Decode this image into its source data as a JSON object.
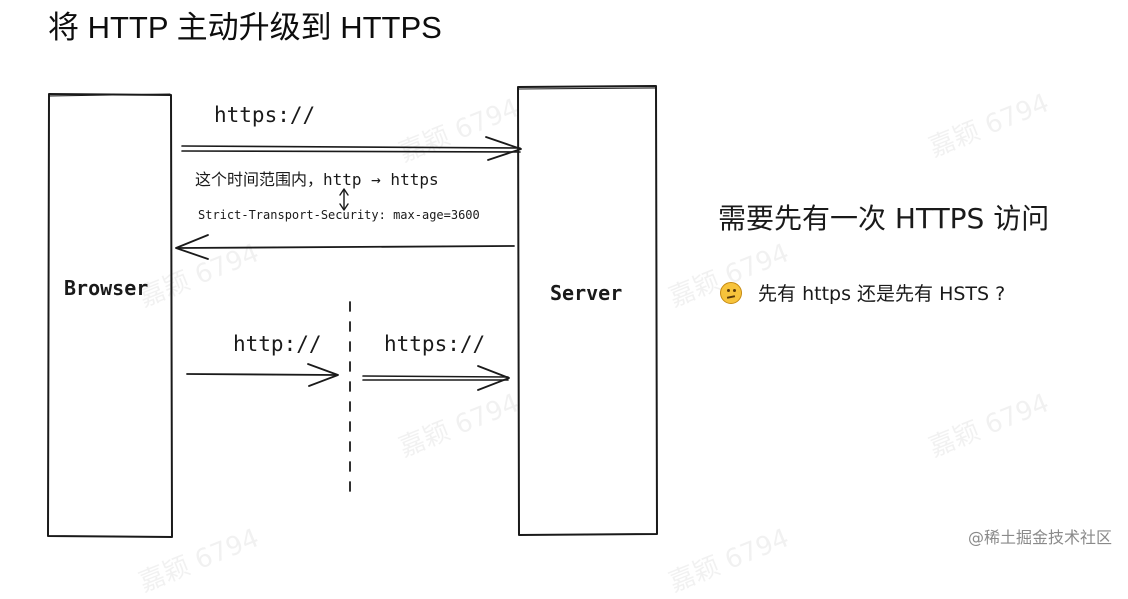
{
  "title": "将 HTTP 主动升级到 HTTPS",
  "diagram": {
    "browser_label": "Browser",
    "server_label": "Server",
    "arrow_request_label": "https://",
    "response_note": "这个时间范围内，http → https",
    "response_header": "Strict-Transport-Security: max-age=3600",
    "arrow_http_label": "http://",
    "arrow_https_label": "https://"
  },
  "side": {
    "requirement": "需要先有一次 HTTPS 访问",
    "question_emoji": "thinking-face-icon",
    "question": "先有 https 还是先有 HSTS ?"
  },
  "watermark_text": "嘉颖 6794",
  "footer": "@稀土掘金技术社区"
}
